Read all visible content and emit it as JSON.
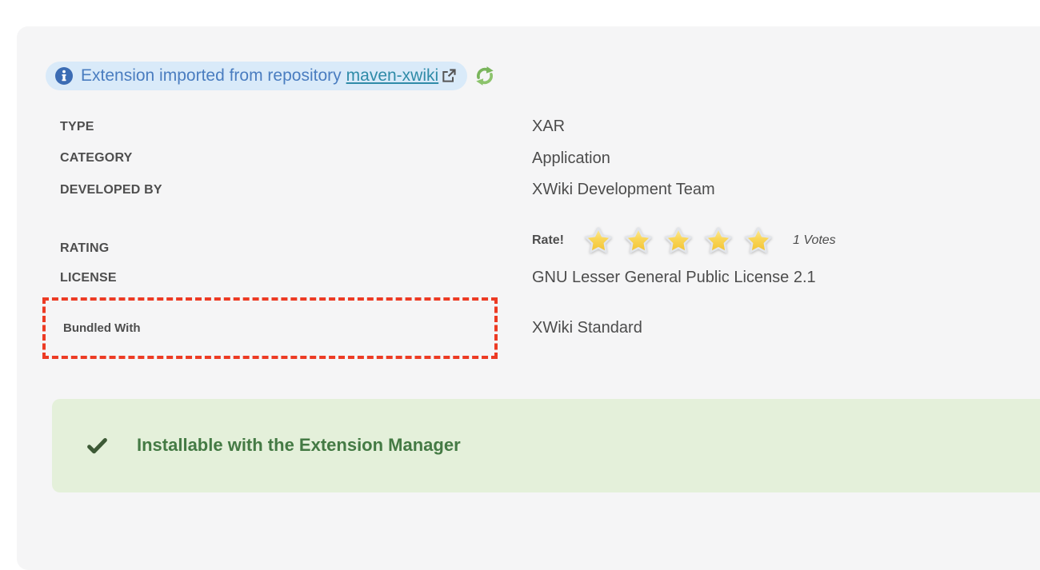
{
  "card": {
    "info_banner": {
      "icon": "info-icon",
      "text": "Extension imported from repository",
      "link_label": "maven-xwiki",
      "external_link_icon": "external-link-icon",
      "refresh_icon": "refresh-icon"
    },
    "details": {
      "rows": [
        {
          "label": "TYPE",
          "value": "XAR"
        },
        {
          "label": "CATEGORY",
          "value": "Application"
        },
        {
          "label": "DEVELOPED BY",
          "value": "XWiki Development Team"
        },
        {
          "label": "RATING",
          "value": ""
        },
        {
          "label": "LICENSE",
          "value": "GNU Lesser General Public License 2.1"
        },
        {
          "label": "Bundled With",
          "value": "XWiki Standard"
        }
      ],
      "rating": {
        "rate_label": "Rate!",
        "stars": 5,
        "star_icon": "star-icon",
        "votes_text": "1 Votes"
      },
      "highlight": {
        "style": "red-dashed-box",
        "target": "Bundled With"
      }
    },
    "status_banner": {
      "check_icon": "checkmark-icon",
      "text": "Installable with the Extension Manager"
    }
  },
  "colors": {
    "card_background": "#f5f5f6",
    "info_pill_background": "#d9eaf9",
    "info_text": "#4a7dc0",
    "info_icon": "#3b6cb4",
    "link": "#2f8ba8",
    "refresh_green": "#7ab55c",
    "label_text": "#4e4e4e",
    "value_text": "#4c4c4c",
    "highlight_red": "#ec3b24",
    "star_gold": "#f6c838",
    "success_background": "#e4f0da",
    "success_text": "#447a44"
  }
}
